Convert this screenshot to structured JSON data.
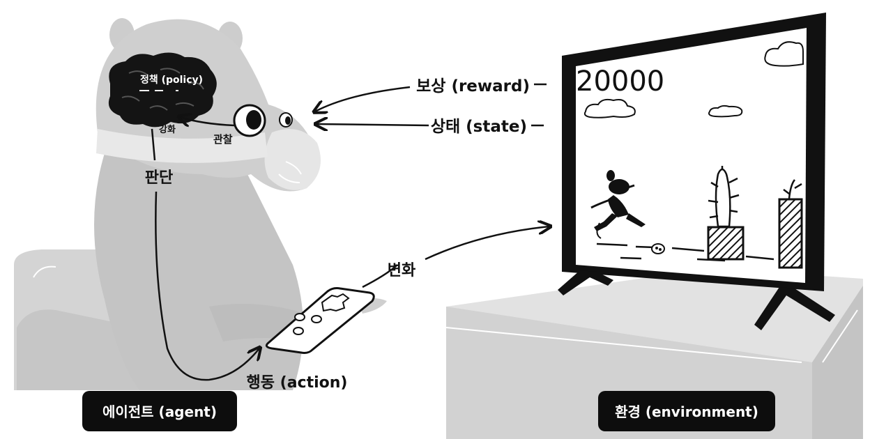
{
  "labels": {
    "policy": "정책 (policy)",
    "reinforce": "강화",
    "observe": "관찰",
    "decide": "판단",
    "reward": "보상 (reward)",
    "state": "상태 (state)",
    "change": "변화",
    "action": "행동 (action)",
    "agent": "에이전트 (agent)",
    "environment": "환경 (environment)"
  },
  "game": {
    "score": "20000"
  },
  "colors": {
    "ink": "#111111",
    "figure_gray": "#c8c8c8",
    "figure_light": "#dedede",
    "table_gray": "#d9d9d9",
    "label_box": "#0d0d0d"
  }
}
